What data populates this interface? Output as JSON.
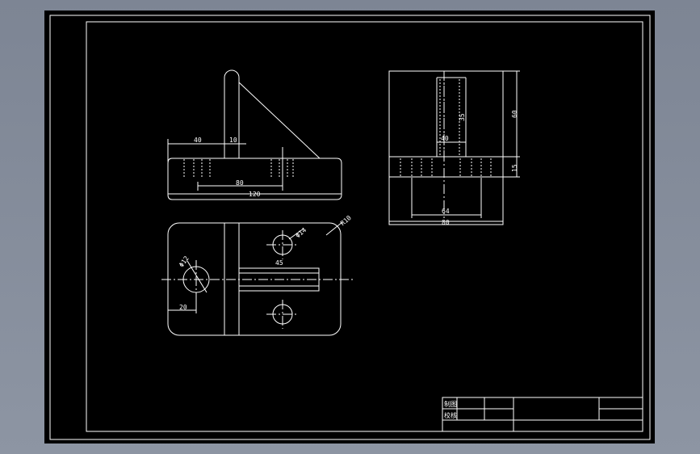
{
  "colors": {
    "background": "#000000",
    "stroke": "#ffffff",
    "window_chrome": "#8a92a0"
  },
  "front_view": {
    "dim_left": "40",
    "dim_rib": "10",
    "dim_holes": "80",
    "dim_length": "120"
  },
  "side_view": {
    "dim_height": "60",
    "dim_tab": "40",
    "dim_rib_height": "35",
    "dim_base_height": "15",
    "dim_holes": "64",
    "dim_width": "80"
  },
  "top_view": {
    "dim_big_hole": "Φ12",
    "dim_small_hole": "Φ14",
    "dim_corner": "R10",
    "dim_slot": "45",
    "dim_offset": "20"
  },
  "title_block": {
    "row1_label": "制图",
    "row2_label": "校核"
  }
}
